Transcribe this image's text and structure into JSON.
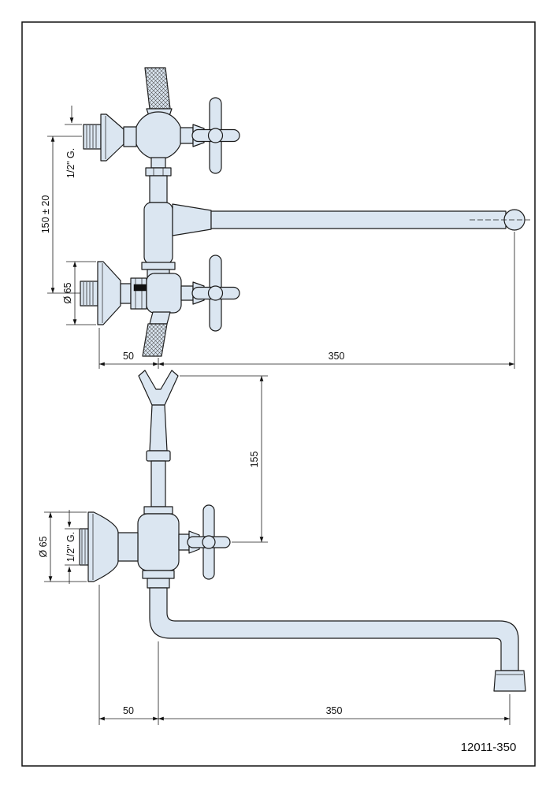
{
  "document": {
    "type": "technical-drawing",
    "part_number": "12011-350"
  },
  "front_view": {
    "thread_label": "1/2\" G.",
    "center_distance_label": "150 ± 20",
    "flange_diameter_label": "Ø 65",
    "wall_offset_label": "50",
    "spout_reach_label": "350"
  },
  "side_view": {
    "fork_height_label": "155",
    "flange_diameter_label": "Ø 65",
    "thread_label": "1/2\" G.",
    "wall_offset_label": "50",
    "spout_reach_label": "350"
  },
  "colors": {
    "fixture_fill": "#dbe6f1",
    "line_color": "#1b1b1b",
    "background": "#ffffff"
  }
}
